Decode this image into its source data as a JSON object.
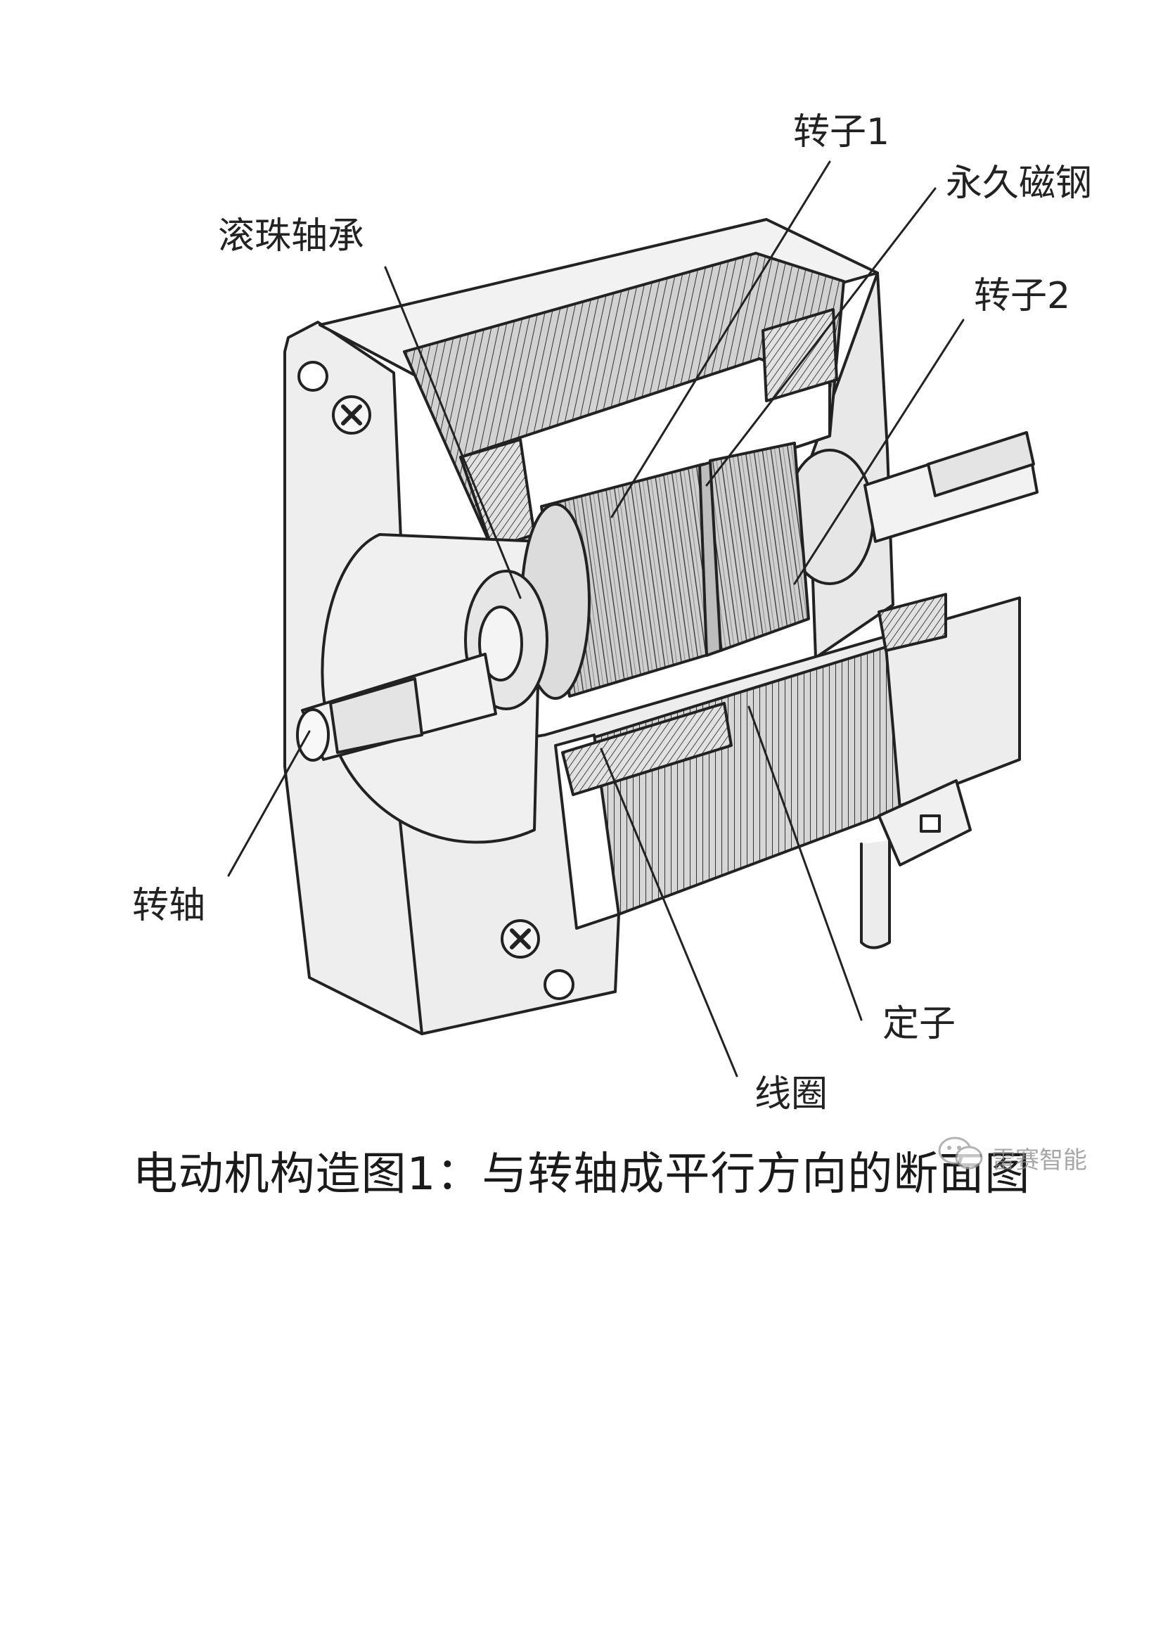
{
  "labels": {
    "rotor1": "转子1",
    "magnet": "永久磁钢",
    "bearing": "滚珠轴承",
    "rotor2": "转子2",
    "shaft": "转轴",
    "stator": "定子",
    "coil": "线圈"
  },
  "caption": "电动机构造图1：与转轴成平行方向的断面图",
  "watermark": {
    "text": "雷赛智能",
    "icon": "wechat-icon"
  },
  "colors": {
    "line": "#222222",
    "body_fill": "#eeeeee",
    "core_fill": "#d9d9d9",
    "rotor_fill": "#cfcfcf",
    "bearing_fill": "#e6e6e6"
  }
}
